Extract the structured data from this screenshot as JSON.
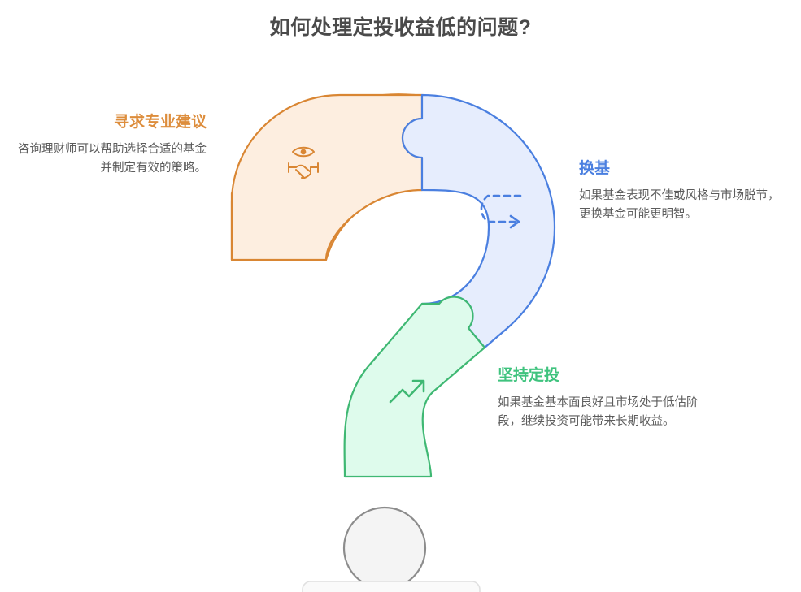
{
  "page": {
    "title": "如何处理定投收益低的问题?",
    "background": "#ffffff"
  },
  "colors": {
    "orange_stroke": "#d98633",
    "orange_fill": "#fdeee0",
    "orange_heading": "#dd8d3c",
    "blue_stroke": "#4a7fe0",
    "blue_fill": "#e6edfd",
    "blue_heading": "#4a7fe0",
    "green_stroke": "#3fb873",
    "green_fill": "#defbec",
    "green_heading": "#3fc37e",
    "dot_stroke": "#8c8c8c",
    "dot_fill": "#f4f4f4",
    "body_text": "#5c5c5c",
    "title_text": "#4a4a4a"
  },
  "sections": [
    {
      "id": "advice",
      "heading": "寻求专业建议",
      "body": "咨询理财师可以帮助选择合适的基金并制定有效的策略。",
      "icon": "handshake-eye-icon",
      "color": "#dd8d3c"
    },
    {
      "id": "switch",
      "heading": "换基",
      "body": "如果基金表现不佳或风格与市场脱节，更换基金可能更明智。",
      "icon": "dashed-uturn-arrow-icon",
      "color": "#4a7fe0"
    },
    {
      "id": "hold",
      "heading": "坚持定投",
      "body": "如果基金基本面良好且市场处于低估阶段，继续投资可能带来长期收益。",
      "icon": "trending-up-arrow-icon",
      "color": "#3fc37e"
    }
  ]
}
